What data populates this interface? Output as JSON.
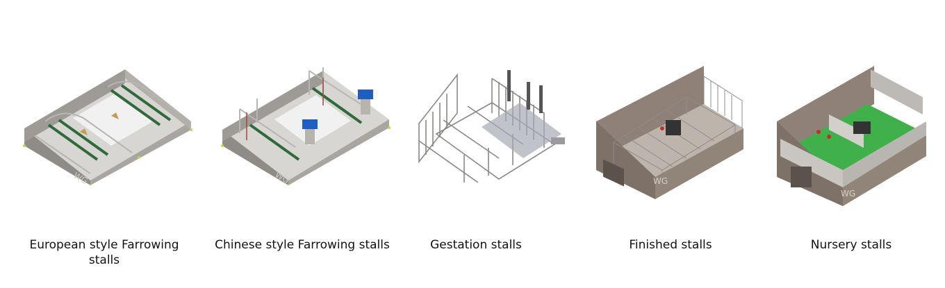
{
  "products": [
    {
      "caption": "European style Farrowing stalls",
      "watermark": "WG"
    },
    {
      "caption": "Chinese style Farrowing stalls",
      "watermark": "WG"
    },
    {
      "caption": "Gestation stalls"
    },
    {
      "caption": "Finished stalls",
      "watermark": "WG"
    },
    {
      "caption": "Nursery stalls",
      "watermark": "WG"
    }
  ],
  "colors": {
    "steel": "#9a9690",
    "green": "#2f6b3a",
    "blue": "#1f5fc4",
    "concrete": "#8a7e74",
    "turf": "#3fb04a"
  }
}
